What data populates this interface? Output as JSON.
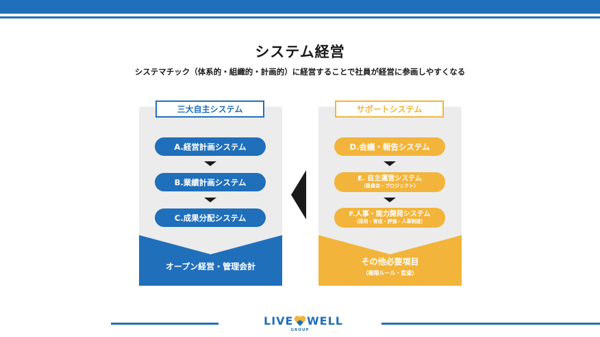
{
  "title": "システム経営",
  "subtitle": "システマチック（体系的・組織的・計画的）に経営することで社員が経営に参画しやすくなる",
  "left_panel": {
    "header": "三大自主システム",
    "items": [
      {
        "label": "A.経営計画システム"
      },
      {
        "label": "B.業績計画システム"
      },
      {
        "label": "C.成果分配システム"
      }
    ],
    "footer": "オープン経営・管理会計"
  },
  "right_panel": {
    "header": "サポートシステム",
    "items": [
      {
        "label": "D.会議・報告システム",
        "sub": ""
      },
      {
        "label": "E. 自主運営システム",
        "sub": "（委員会・プロジェクト）"
      },
      {
        "label": "F.人事・能力開発システム",
        "sub": "（採用・育成・評価・人事制度）"
      }
    ],
    "footer": "その他必要項目",
    "footer_sub": "（権限ルール・監査）"
  },
  "logo": {
    "left": "LIVE",
    "right": "WELL",
    "group": "GROUP"
  },
  "colors": {
    "blue": "#1f6fba",
    "yellow": "#f2b43a",
    "panel_bg": "#ececec",
    "arrow": "#1a1a1a"
  },
  "icons": [
    "heart-icon",
    "down-arrow-icon",
    "left-arrow-icon"
  ]
}
